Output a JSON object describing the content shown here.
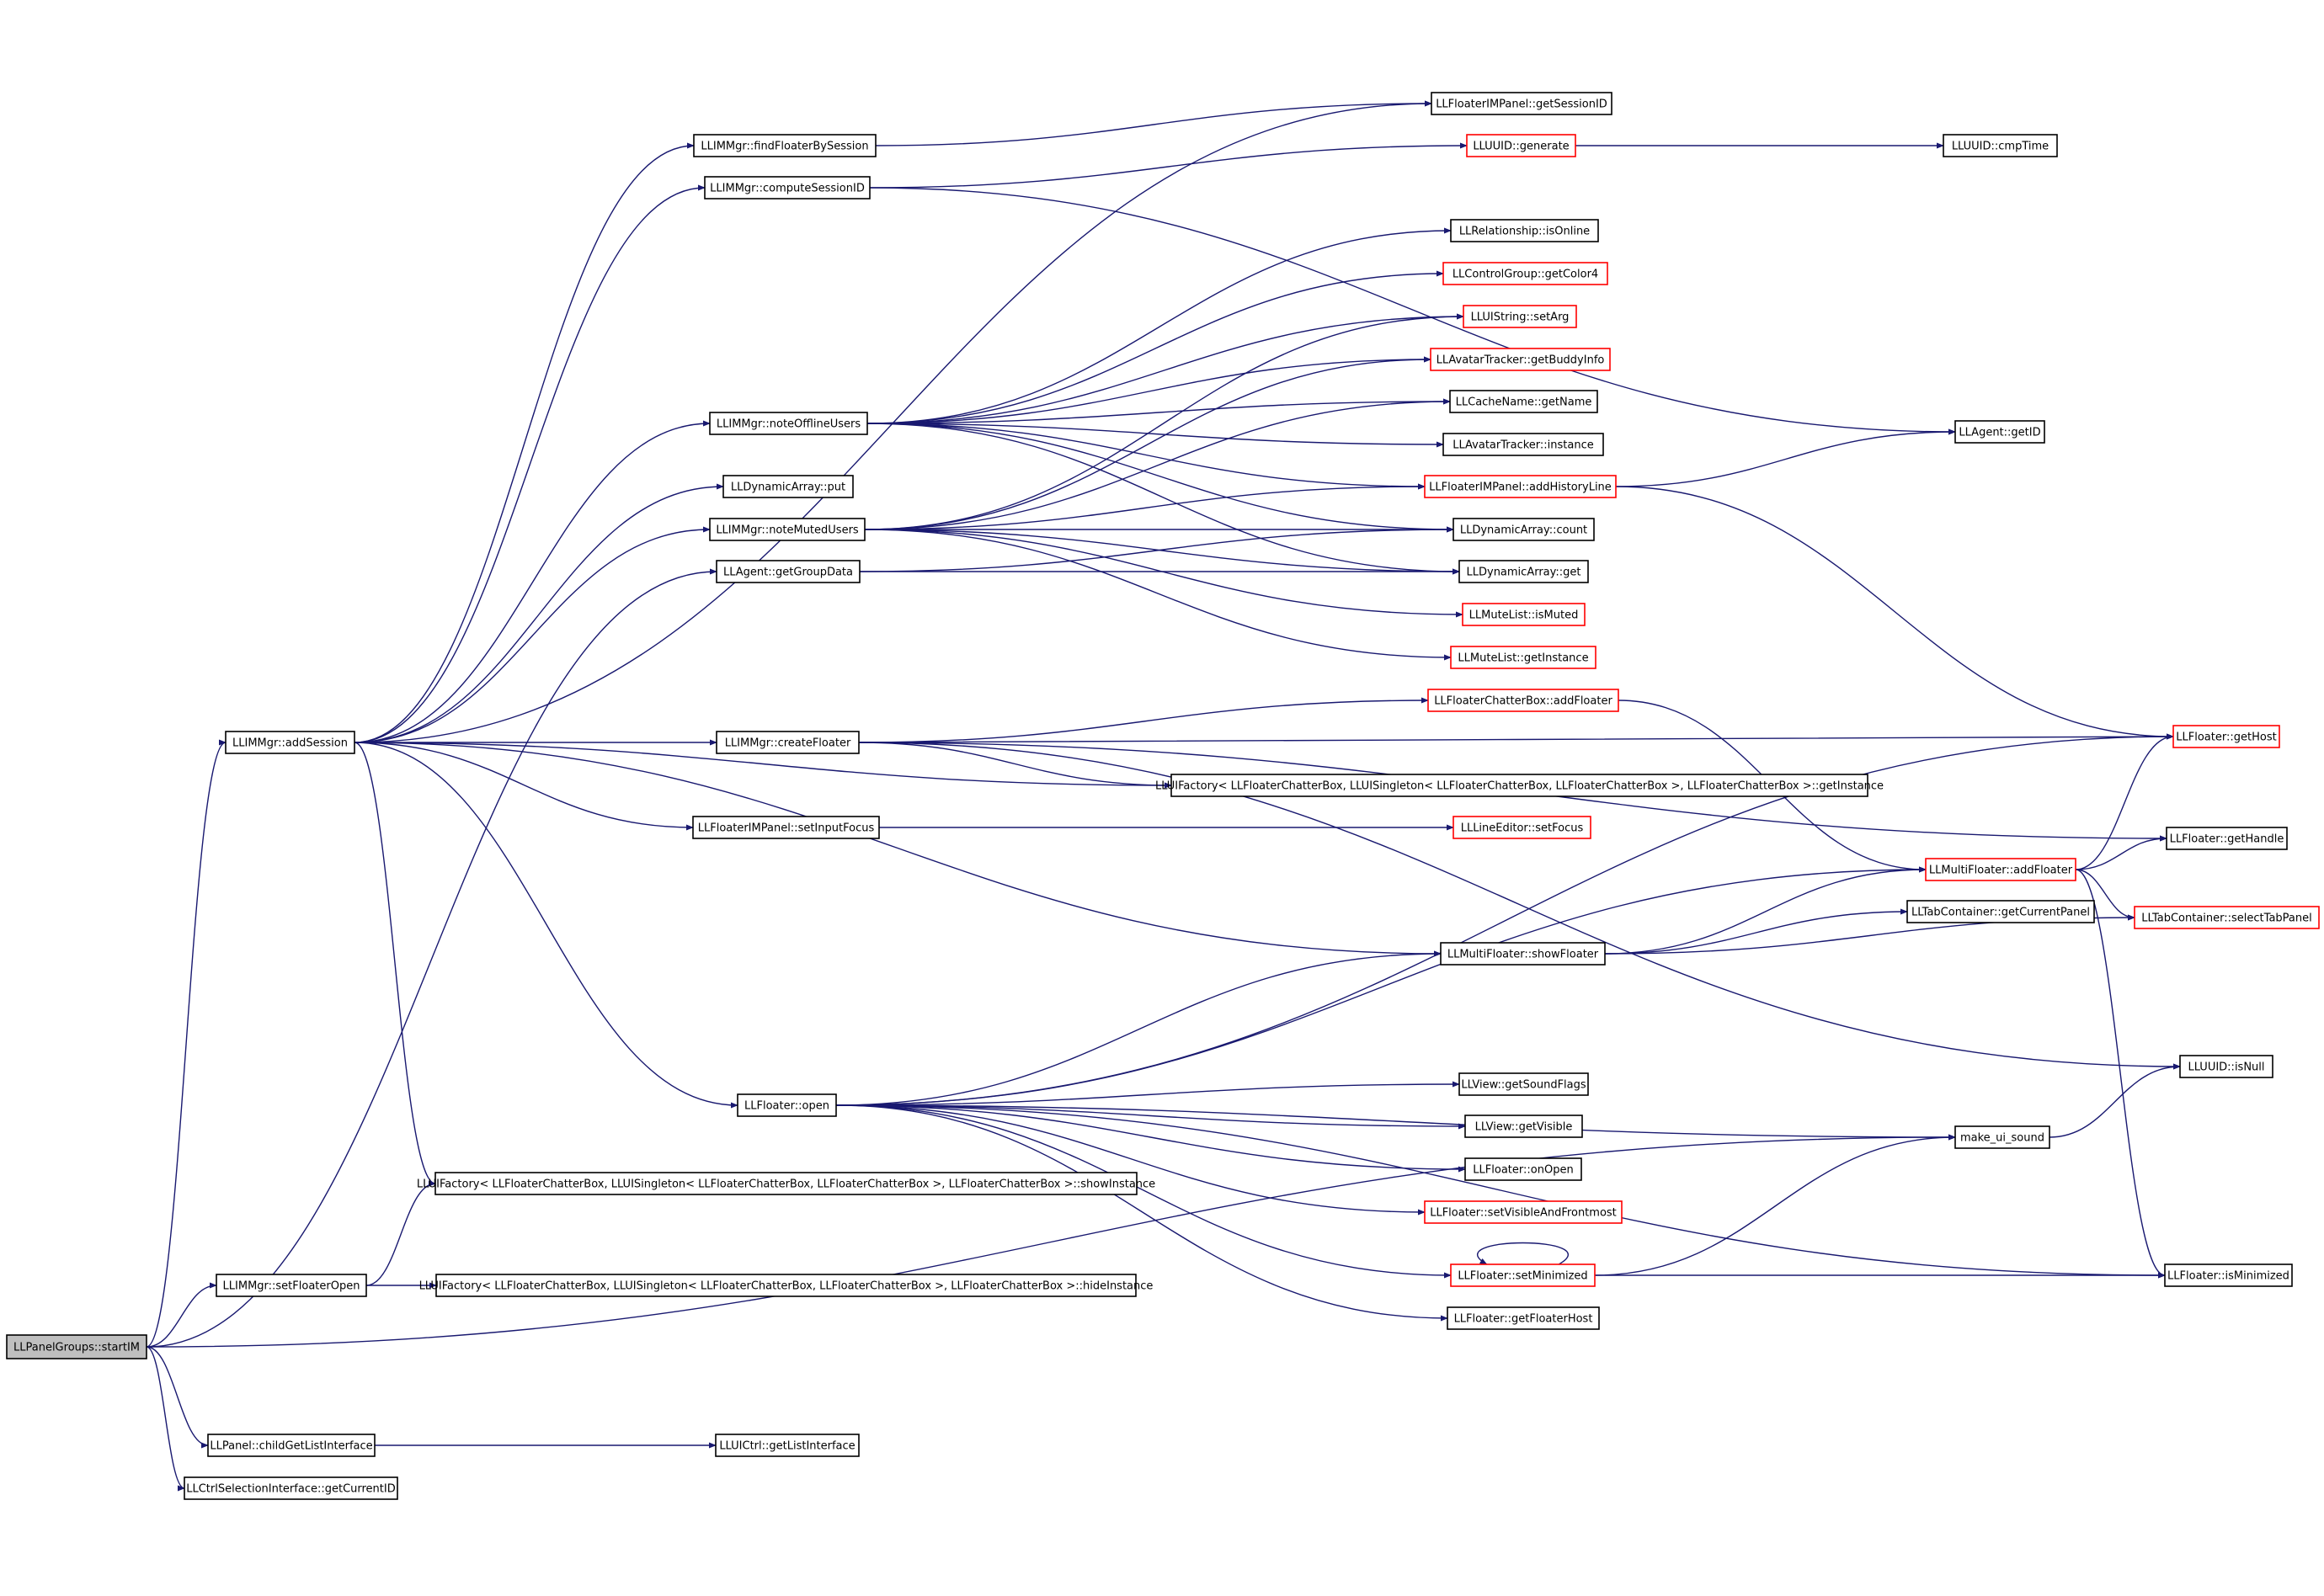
{
  "colors": {
    "edge": "#191970",
    "box_normal": "#000000",
    "box_truncated": "#ff0000",
    "root_fill": "#bfbfbf",
    "node_fill": "#ffffff"
  },
  "nodes": [
    {
      "id": "startIM",
      "label": "LLPanelGroups::startIM",
      "kind": "root"
    },
    {
      "id": "addSession",
      "label": "LLIMMgr::addSession",
      "kind": "normal"
    },
    {
      "id": "setFloaterOpen",
      "label": "LLIMMgr::setFloaterOpen",
      "kind": "normal"
    },
    {
      "id": "childGetListInterface",
      "label": "LLPanel::childGetListInterface",
      "kind": "normal"
    },
    {
      "id": "getCurrentID",
      "label": "LLCtrlSelectionInterface::getCurrentID",
      "kind": "normal"
    },
    {
      "id": "findFloaterBySession",
      "label": "LLIMMgr::findFloaterBySession",
      "kind": "normal"
    },
    {
      "id": "computeSessionID",
      "label": "LLIMMgr::computeSessionID",
      "kind": "normal"
    },
    {
      "id": "noteOfflineUsers",
      "label": "LLIMMgr::noteOfflineUsers",
      "kind": "normal"
    },
    {
      "id": "dynPut",
      "label": "LLDynamicArray::put",
      "kind": "normal"
    },
    {
      "id": "noteMutedUsers",
      "label": "LLIMMgr::noteMutedUsers",
      "kind": "normal"
    },
    {
      "id": "getGroupData",
      "label": "LLAgent::getGroupData",
      "kind": "normal"
    },
    {
      "id": "createFloater",
      "label": "LLIMMgr::createFloater",
      "kind": "normal"
    },
    {
      "id": "setInputFocus",
      "label": "LLFloaterIMPanel::setInputFocus",
      "kind": "normal"
    },
    {
      "id": "floaterOpen",
      "label": "LLFloater::open",
      "kind": "normal"
    },
    {
      "id": "showInstance",
      "label": "LLUIFactory< LLFloaterChatterBox, LLUISingleton< LLFloaterChatterBox, LLFloaterChatterBox >, LLFloaterChatterBox >::showInstance",
      "kind": "normal"
    },
    {
      "id": "hideInstance",
      "label": "LLUIFactory< LLFloaterChatterBox, LLUISingleton< LLFloaterChatterBox, LLFloaterChatterBox >, LLFloaterChatterBox >::hideInstance",
      "kind": "normal"
    },
    {
      "id": "getListInterface",
      "label": "LLUICtrl::getListInterface",
      "kind": "normal"
    },
    {
      "id": "getSessionID",
      "label": "LLFloaterIMPanel::getSessionID",
      "kind": "normal"
    },
    {
      "id": "uuidGenerate",
      "label": "LLUUID::generate",
      "kind": "truncated"
    },
    {
      "id": "cmpTime",
      "label": "LLUUID::cmpTime",
      "kind": "normal"
    },
    {
      "id": "isOnline",
      "label": "LLRelationship::isOnline",
      "kind": "normal"
    },
    {
      "id": "getColor4",
      "label": "LLControlGroup::getColor4",
      "kind": "truncated"
    },
    {
      "id": "setArg",
      "label": "LLUIString::setArg",
      "kind": "truncated"
    },
    {
      "id": "getBuddyInfo",
      "label": "LLAvatarTracker::getBuddyInfo",
      "kind": "truncated"
    },
    {
      "id": "cacheGetName",
      "label": "LLCacheName::getName",
      "kind": "normal"
    },
    {
      "id": "avatarInstance",
      "label": "LLAvatarTracker::instance",
      "kind": "normal"
    },
    {
      "id": "addHistoryLine",
      "label": "LLFloaterIMPanel::addHistoryLine",
      "kind": "truncated"
    },
    {
      "id": "dynCount",
      "label": "LLDynamicArray::count",
      "kind": "normal"
    },
    {
      "id": "dynGet",
      "label": "LLDynamicArray::get",
      "kind": "normal"
    },
    {
      "id": "isMuted",
      "label": "LLMuteList::isMuted",
      "kind": "truncated"
    },
    {
      "id": "muteGetInstance",
      "label": "LLMuteList::getInstance",
      "kind": "truncated"
    },
    {
      "id": "chatterAddFloater",
      "label": "LLFloaterChatterBox::addFloater",
      "kind": "truncated"
    },
    {
      "id": "getInstance",
      "label": "LLUIFactory< LLFloaterChatterBox, LLUISingleton< LLFloaterChatterBox, LLFloaterChatterBox >, LLFloaterChatterBox >::getInstance",
      "kind": "normal"
    },
    {
      "id": "setFocus",
      "label": "LLLineEditor::setFocus",
      "kind": "truncated"
    },
    {
      "id": "showFloater",
      "label": "LLMultiFloater::showFloater",
      "kind": "normal"
    },
    {
      "id": "getSoundFlags",
      "label": "LLView::getSoundFlags",
      "kind": "normal"
    },
    {
      "id": "getVisible",
      "label": "LLView::getVisible",
      "kind": "normal"
    },
    {
      "id": "onOpen",
      "label": "LLFloater::onOpen",
      "kind": "normal"
    },
    {
      "id": "setVisibleAndFrontmost",
      "label": "LLFloater::setVisibleAndFrontmost",
      "kind": "truncated"
    },
    {
      "id": "setMinimized",
      "label": "LLFloater::setMinimized",
      "kind": "truncated"
    },
    {
      "id": "getFloaterHost",
      "label": "LLFloater::getFloaterHost",
      "kind": "normal"
    },
    {
      "id": "getID",
      "label": "LLAgent::getID",
      "kind": "normal"
    },
    {
      "id": "multiAddFloater",
      "label": "LLMultiFloater::addFloater",
      "kind": "truncated"
    },
    {
      "id": "getCurrentPanel",
      "label": "LLTabContainer::getCurrentPanel",
      "kind": "normal"
    },
    {
      "id": "makeUiSound",
      "label": "make_ui_sound",
      "kind": "normal"
    },
    {
      "id": "getHost",
      "label": "LLFloater::getHost",
      "kind": "truncated"
    },
    {
      "id": "getHandle",
      "label": "LLFloater::getHandle",
      "kind": "normal"
    },
    {
      "id": "selectTabPanel",
      "label": "LLTabContainer::selectTabPanel",
      "kind": "truncated"
    },
    {
      "id": "isNull",
      "label": "LLUUID::isNull",
      "kind": "normal"
    },
    {
      "id": "isMinimized",
      "label": "LLFloater::isMinimized",
      "kind": "normal"
    }
  ],
  "edges": [
    [
      "startIM",
      "addSession"
    ],
    [
      "startIM",
      "setFloaterOpen"
    ],
    [
      "startIM",
      "childGetListInterface"
    ],
    [
      "startIM",
      "getCurrentID"
    ],
    [
      "startIM",
      "getGroupData"
    ],
    [
      "startIM",
      "makeUiSound"
    ],
    [
      "addSession",
      "findFloaterBySession"
    ],
    [
      "addSession",
      "getSessionID"
    ],
    [
      "addSession",
      "computeSessionID"
    ],
    [
      "addSession",
      "noteOfflineUsers"
    ],
    [
      "addSession",
      "dynPut"
    ],
    [
      "addSession",
      "noteMutedUsers"
    ],
    [
      "addSession",
      "createFloater"
    ],
    [
      "addSession",
      "getInstance"
    ],
    [
      "addSession",
      "setInputFocus"
    ],
    [
      "addSession",
      "showFloater"
    ],
    [
      "addSession",
      "floaterOpen"
    ],
    [
      "addSession",
      "showInstance"
    ],
    [
      "setFloaterOpen",
      "showInstance"
    ],
    [
      "setFloaterOpen",
      "hideInstance"
    ],
    [
      "childGetListInterface",
      "getListInterface"
    ],
    [
      "findFloaterBySession",
      "getSessionID"
    ],
    [
      "computeSessionID",
      "uuidGenerate"
    ],
    [
      "computeSessionID",
      "getID"
    ],
    [
      "uuidGenerate",
      "cmpTime"
    ],
    [
      "noteOfflineUsers",
      "isOnline"
    ],
    [
      "noteOfflineUsers",
      "getColor4"
    ],
    [
      "noteOfflineUsers",
      "setArg"
    ],
    [
      "noteOfflineUsers",
      "getBuddyInfo"
    ],
    [
      "noteOfflineUsers",
      "cacheGetName"
    ],
    [
      "noteOfflineUsers",
      "avatarInstance"
    ],
    [
      "noteOfflineUsers",
      "addHistoryLine"
    ],
    [
      "noteOfflineUsers",
      "dynCount"
    ],
    [
      "noteOfflineUsers",
      "dynGet"
    ],
    [
      "noteMutedUsers",
      "setArg"
    ],
    [
      "noteMutedUsers",
      "getBuddyInfo"
    ],
    [
      "noteMutedUsers",
      "cacheGetName"
    ],
    [
      "noteMutedUsers",
      "addHistoryLine"
    ],
    [
      "noteMutedUsers",
      "dynCount"
    ],
    [
      "noteMutedUsers",
      "dynGet"
    ],
    [
      "noteMutedUsers",
      "isMuted"
    ],
    [
      "noteMutedUsers",
      "muteGetInstance"
    ],
    [
      "getGroupData",
      "dynCount"
    ],
    [
      "getGroupData",
      "dynGet"
    ],
    [
      "addHistoryLine",
      "getID"
    ],
    [
      "addHistoryLine",
      "getHost"
    ],
    [
      "createFloater",
      "chatterAddFloater"
    ],
    [
      "createFloater",
      "getHost"
    ],
    [
      "createFloater",
      "getInstance"
    ],
    [
      "createFloater",
      "getHandle"
    ],
    [
      "createFloater",
      "isNull"
    ],
    [
      "chatterAddFloater",
      "multiAddFloater"
    ],
    [
      "setInputFocus",
      "setFocus"
    ],
    [
      "floaterOpen",
      "getHost"
    ],
    [
      "floaterOpen",
      "multiAddFloater"
    ],
    [
      "floaterOpen",
      "showFloater"
    ],
    [
      "floaterOpen",
      "makeUiSound"
    ],
    [
      "floaterOpen",
      "getSoundFlags"
    ],
    [
      "floaterOpen",
      "getVisible"
    ],
    [
      "floaterOpen",
      "onOpen"
    ],
    [
      "floaterOpen",
      "setVisibleAndFrontmost"
    ],
    [
      "floaterOpen",
      "setMinimized"
    ],
    [
      "floaterOpen",
      "getFloaterHost"
    ],
    [
      "floaterOpen",
      "isMinimized"
    ],
    [
      "showFloater",
      "getCurrentPanel"
    ],
    [
      "showFloater",
      "multiAddFloater"
    ],
    [
      "showFloater",
      "selectTabPanel"
    ],
    [
      "multiAddFloater",
      "getHost"
    ],
    [
      "multiAddFloater",
      "getHandle"
    ],
    [
      "multiAddFloater",
      "selectTabPanel"
    ],
    [
      "multiAddFloater",
      "isMinimized"
    ],
    [
      "setMinimized",
      "makeUiSound"
    ],
    [
      "setMinimized",
      "isMinimized"
    ],
    [
      "setMinimized",
      "setMinimized"
    ],
    [
      "makeUiSound",
      "isNull"
    ]
  ]
}
